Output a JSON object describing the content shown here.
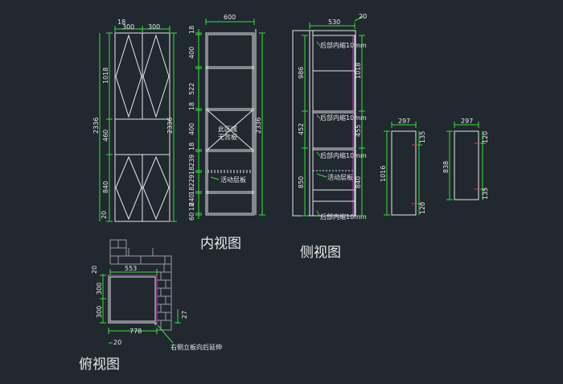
{
  "titles": {
    "inner": "内视图",
    "side": "侧视图",
    "top": "俯视图"
  },
  "colors": {
    "background": "#212830",
    "dimension": "#2ee62e",
    "outline": "#e6e6e6",
    "marker": "#ff3030",
    "accent": "#d040d0"
  },
  "front": {
    "d18": "18",
    "d300a": "300",
    "d300b": "300",
    "d1018": "1018",
    "d460": "460",
    "d840": "840",
    "d2336": "2336",
    "d20": "20"
  },
  "inner": {
    "d600": "600",
    "d18a": "18",
    "d400a": "400",
    "d522": "522",
    "d18b": "18",
    "d400b": "400",
    "d18c": "18",
    "d239": "239",
    "d18d": "18",
    "d229": "229",
    "d18e": "18",
    "d240": "240",
    "d18f": "18",
    "d60": "60",
    "d2336": "2336",
    "note_no_back_1": "此区域",
    "note_no_back_2": "无背板",
    "note_shelf": "活动层板"
  },
  "side": {
    "d530": "530",
    "d20": "20",
    "d986": "986",
    "d1018": "1018",
    "d452": "452",
    "d455": "455",
    "d850": "850",
    "d840": "840",
    "note_recess": "后部内缩10mm",
    "note_shelf": "活动层板"
  },
  "panel_a": {
    "d297": "297",
    "d1016": "1016",
    "d135a": "135",
    "d120": "120"
  },
  "panel_b": {
    "d297": "297",
    "d838": "838",
    "d120": "120",
    "d135": "135"
  },
  "top": {
    "d553": "553",
    "d20a": "20",
    "d300a": "300",
    "d300b": "300",
    "d27": "27",
    "d778": "778",
    "d20b": "20",
    "note_extend": "右侧立板向后延伸"
  }
}
